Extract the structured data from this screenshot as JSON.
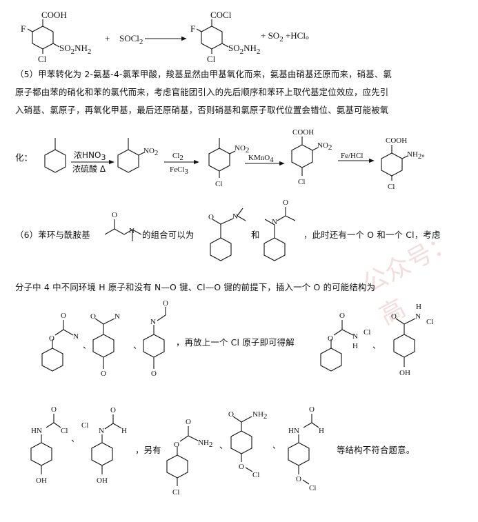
{
  "eq1": {
    "r1_cooh": "COOH",
    "r1_f": "F",
    "r1_so2nh2": "SO",
    "r1_so2nh2_sub": "2",
    "r1_so2nh2_tail": "NH",
    "r1_nh_sub": "2",
    "r1_cl": "Cl",
    "plus": "+",
    "socl2": "SOCl",
    "socl2_sub": "2",
    "p_cocl": "COCl",
    "p_f": "F",
    "p_so2nh2": "SO",
    "p_sub": "2",
    "p_tail": "NH",
    "p_sub2": "2",
    "p_cl": "Cl",
    "byproducts": "+ SO",
    "bp_sub": "2",
    "bp_tail": " +HCl。"
  },
  "para5": {
    "line1": "（5）甲苯转化为 2-氨基-4-氯苯甲酸，羧基显然由甲基氧化而来，氨基由硝基还原而来，硝基、氯",
    "line2": "原子都由苯的硝化和苯的氯代而来，考虑官能团引入的先后顺序和苯环上取代基定位效应，应先引",
    "line3": "入硝基、氯原子，再氧化甲基，最后还原硝基，否则硝基和氯原子取代位置会错位、氨基可能被氧",
    "line4": "化："
  },
  "route": {
    "r1_top": "浓HNO",
    "r1_top_sub": "3",
    "r1_bottom": "浓硫酸 Δ",
    "no2": "NO",
    "no2_sub": "2",
    "r2_top": "Cl",
    "r2_top_sub": "2",
    "r2_bottom": "FeCl",
    "r2_bottom_sub": "3",
    "cl": "Cl",
    "r3_top": "KMnO",
    "r3_top_sub": "4",
    "cooh": "COOH",
    "r4_top": "Fe/HCl",
    "nh2": "NH",
    "nh2_sub": "2",
    "end": "。"
  },
  "para6": {
    "text_a": "（6）苯环与酰胺基",
    "text_b": "的组合可以为",
    "and": "和",
    "text_c": "，此时还有一个 O 和一个 Cl，考虑",
    "line2": "分子中 4 中不同环境 H 原子和没有 N—O 键、Cl—O 键的前提下，插入一个 O 的可能结构为",
    "o": "O",
    "n": "N",
    "sep": "、",
    "text_d": "，再放上一个 Cl 原子即可得解",
    "h": "H",
    "cl": "Cl",
    "oh": "OH",
    "hn": "HN",
    "nh2": "NH",
    "nh2_sub": "2",
    "text_e": "，另有",
    "text_f": "等结构不符合题意。"
  },
  "watermark": "公众号：高"
}
